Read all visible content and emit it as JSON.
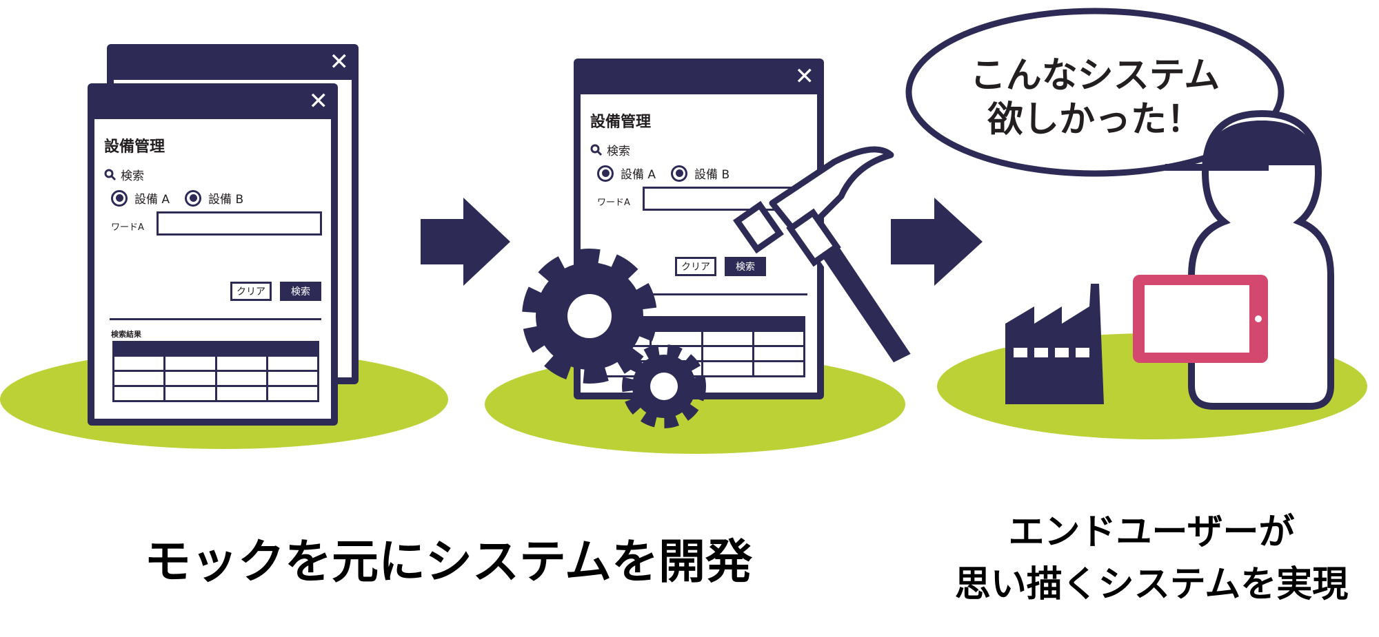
{
  "colors": {
    "navy": "#2d2b55",
    "green": "#bcd135",
    "pink": "#d4486f"
  },
  "mock_window": {
    "close_icon": "✕",
    "title": "設備管理",
    "search_label": "検索",
    "radio_a": "設備 A",
    "radio_b": "設備 B",
    "word_label": "ワードA",
    "clear_button": "クリア",
    "search_button": "検索",
    "results_label": "検索結果"
  },
  "speech_bubble": {
    "line1": "こんなシステム",
    "line2": "欲しかった！"
  },
  "captions": {
    "develop": "モックを元にシステムを開発",
    "realize_line1": "エンドユーザーが",
    "realize_line2": "思い描くシステムを実現"
  }
}
